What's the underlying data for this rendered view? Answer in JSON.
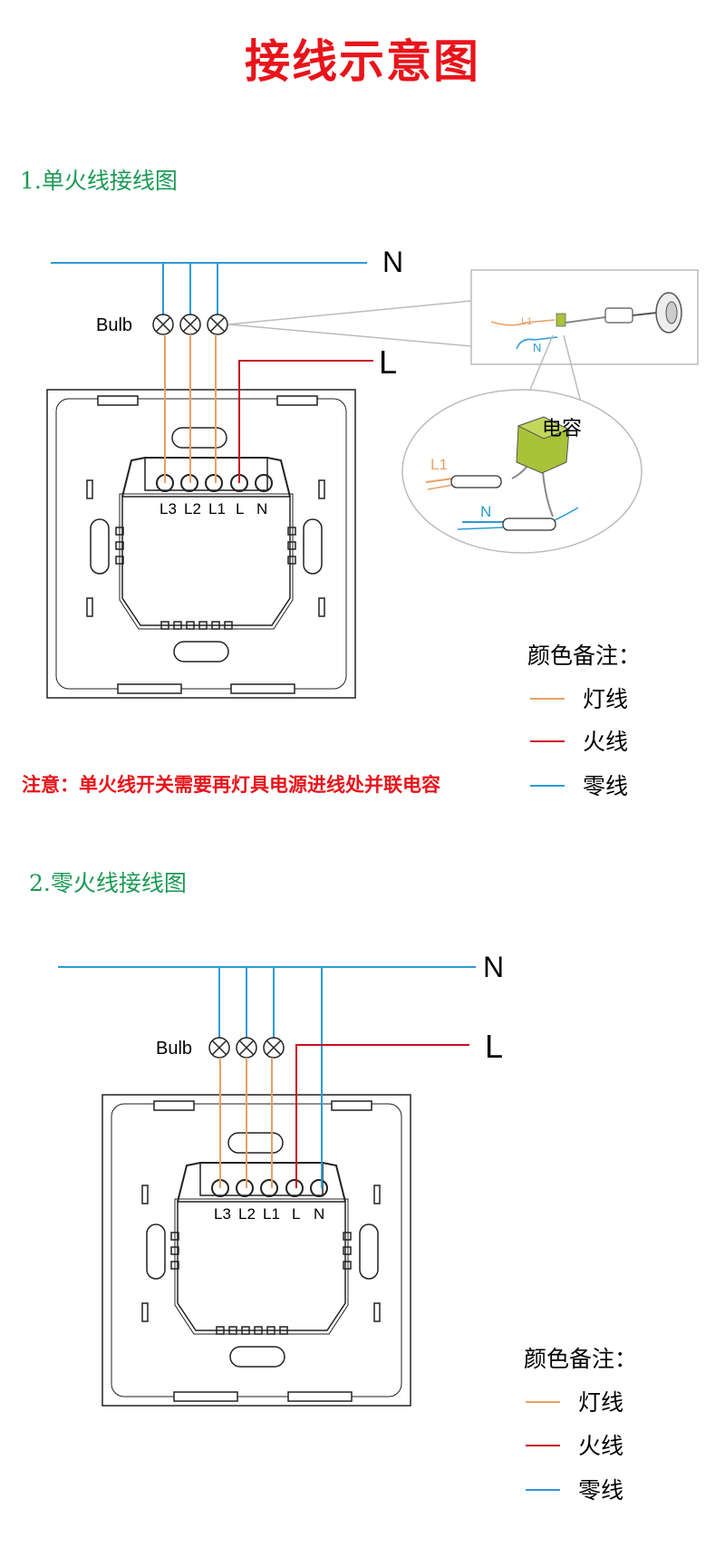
{
  "title": "接线示意图",
  "colors": {
    "title": "#e8141b",
    "section": "#1a9a55",
    "note": "#e8141b",
    "lamp": "#e8a066",
    "live": "#c8101e",
    "neutral": "#2a9bd6",
    "outline": "#222222",
    "capacitor": "#a8c23a"
  },
  "section1": {
    "heading": "1.单火线接线图",
    "n_label": "N",
    "l_label": "L",
    "bulb_label": "Bulb",
    "terminals": [
      "L3",
      "L2",
      "L1",
      "L",
      "N"
    ],
    "inset_small": {
      "l1": "L1",
      "n": "N"
    },
    "inset_zoom": {
      "capacitor": "电容",
      "l1": "L1",
      "n": "N"
    },
    "note": "注意：单火线开关需要再灯具电源进线处并联电容",
    "legend": {
      "title": "颜色备注：",
      "items": [
        {
          "label": "灯线",
          "color_key": "lamp"
        },
        {
          "label": "火线",
          "color_key": "live"
        },
        {
          "label": "零线",
          "color_key": "neutral"
        }
      ]
    }
  },
  "section2": {
    "heading": "2.零火线接线图",
    "n_label": "N",
    "l_label": "L",
    "bulb_label": "Bulb",
    "terminals": [
      "L3",
      "L2",
      "L1",
      "L",
      "N"
    ],
    "legend": {
      "title": "颜色备注：",
      "items": [
        {
          "label": "灯线",
          "color_key": "lamp"
        },
        {
          "label": "火线",
          "color_key": "live"
        },
        {
          "label": "零线",
          "color_key": "neutral"
        }
      ]
    }
  }
}
